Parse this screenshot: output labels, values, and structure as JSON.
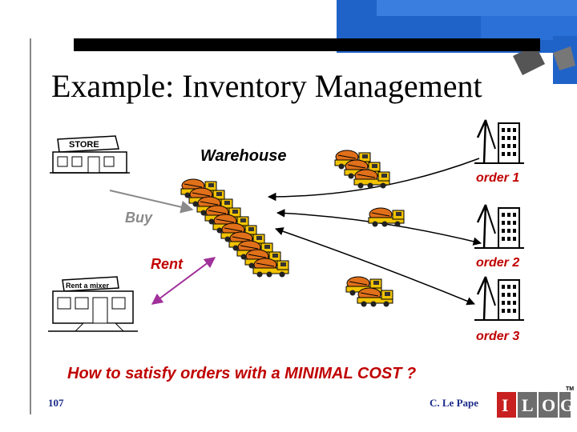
{
  "slide": {
    "title": "Example: Inventory Management",
    "warehouse_label": "Warehouse",
    "buy_label": "Buy",
    "rent_label": "Rent",
    "orders": [
      "order 1",
      "order 2",
      "order 3"
    ],
    "question": "How to satisfy orders with a MINIMAL COST ?",
    "page_number": "107",
    "author": "C. Le Pape",
    "store_sign": "STORE",
    "rent_sign": "Rent a mixer",
    "logo_letters": [
      "I",
      "L",
      "O",
      "G"
    ],
    "logo_tm": "TM"
  },
  "colors": {
    "title_bar": "#000000",
    "corner_blue": "#1f63c9",
    "accent_red": "#c00000",
    "buy_gray": "#8a8a8a",
    "footer_blue": "#1a2a8a",
    "truck_yellow": "#f2c300",
    "truck_orange": "#e0701a",
    "logo_red": "#c82020",
    "logo_gray": "#6d6d6d"
  },
  "icons": [
    "store-icon",
    "rental-shop-icon",
    "concrete-mixer-truck-icon",
    "construction-site-icon",
    "ilog-logo"
  ]
}
